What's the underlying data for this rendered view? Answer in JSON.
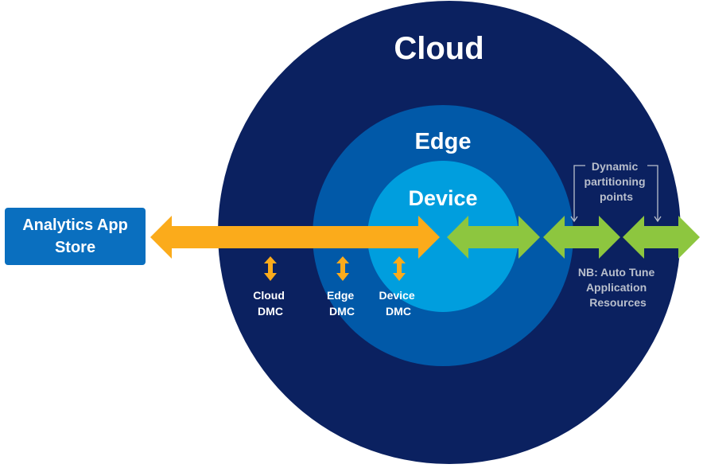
{
  "colors": {
    "cloud": "#0b2160",
    "edge": "#0159a8",
    "device": "#009ede",
    "orange_arrow": "#fbab1b",
    "green_arrow": "#8dc63f",
    "store_box": "#0a6fbf",
    "note_text": "#b9bfcc",
    "label_text": "#ffffff"
  },
  "rings": {
    "cloud_label": "Cloud",
    "edge_label": "Edge",
    "device_label": "Device"
  },
  "store": {
    "line1": "Analytics App",
    "line2": "Store"
  },
  "dmc": [
    {
      "line1": "Cloud",
      "line2": "DMC"
    },
    {
      "line1": "Edge",
      "line2": "DMC"
    },
    {
      "line1": "Device",
      "line2": "DMC"
    }
  ],
  "partition_note": {
    "line1": "Dynamic",
    "line2": "partitioning",
    "line3": "points"
  },
  "tune_note": {
    "line1": "NB: Auto Tune",
    "line2": "Application",
    "line3": "Resources"
  }
}
